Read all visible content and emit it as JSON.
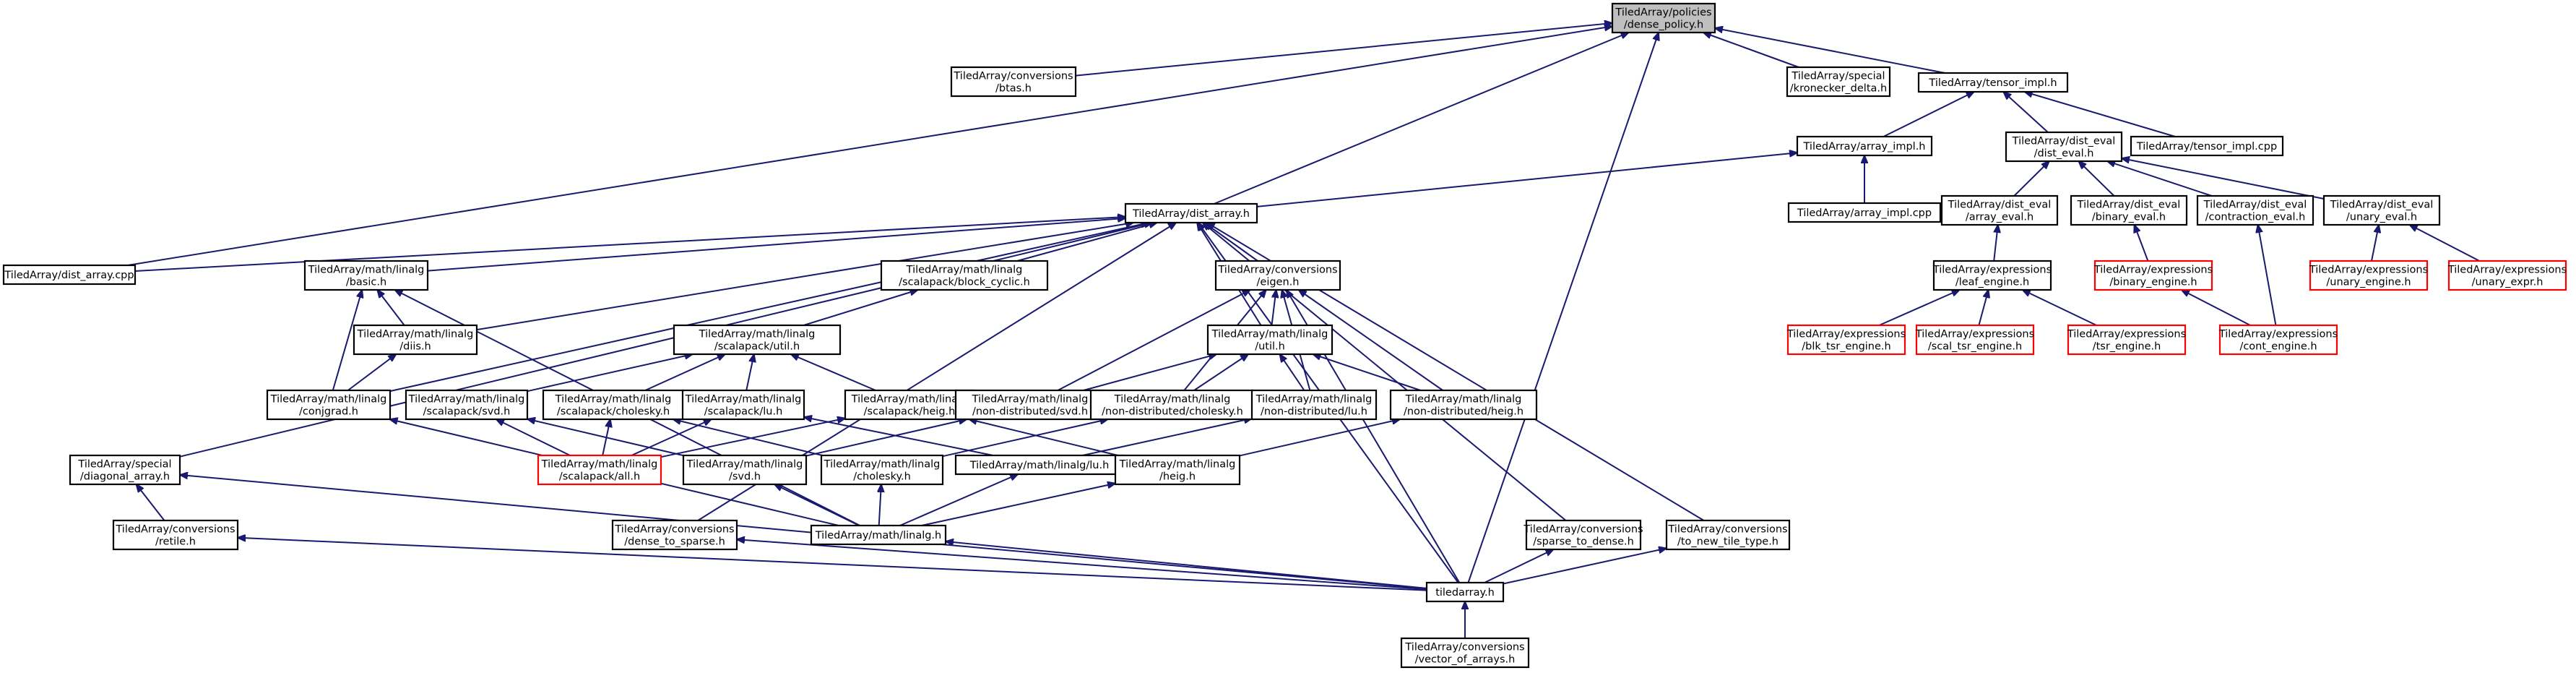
{
  "colors": {
    "edge": "#191970",
    "root_fill": "#bfbfbf",
    "default_fill": "#ffffff",
    "default_border": "#000000",
    "truncated_border": "#ff0000"
  },
  "nodes": [
    {
      "id": "dense_policy",
      "lines": [
        "TiledArray/policies",
        "/dense_policy.h"
      ],
      "root": true
    },
    {
      "id": "conv_btas",
      "lines": [
        "TiledArray/conversions",
        "/btas.h"
      ]
    },
    {
      "id": "kronecker",
      "lines": [
        "TiledArray/special",
        "/kronecker_delta.h"
      ]
    },
    {
      "id": "tensor_impl_h",
      "lines": [
        "TiledArray/tensor_impl.h"
      ]
    },
    {
      "id": "array_impl_h",
      "lines": [
        "TiledArray/array_impl.h"
      ]
    },
    {
      "id": "dist_eval_h",
      "lines": [
        "TiledArray/dist_eval",
        "/dist_eval.h"
      ]
    },
    {
      "id": "tensor_impl_cpp",
      "lines": [
        "TiledArray/tensor_impl.cpp"
      ]
    },
    {
      "id": "dist_array_h",
      "lines": [
        "TiledArray/dist_array.h"
      ]
    },
    {
      "id": "array_impl_cpp",
      "lines": [
        "TiledArray/array_impl.cpp"
      ]
    },
    {
      "id": "array_eval",
      "lines": [
        "TiledArray/dist_eval",
        "/array_eval.h"
      ]
    },
    {
      "id": "binary_eval",
      "lines": [
        "TiledArray/dist_eval",
        "/binary_eval.h"
      ]
    },
    {
      "id": "contraction_eval",
      "lines": [
        "TiledArray/dist_eval",
        "/contraction_eval.h"
      ]
    },
    {
      "id": "unary_eval",
      "lines": [
        "TiledArray/dist_eval",
        "/unary_eval.h"
      ]
    },
    {
      "id": "dist_array_cpp",
      "lines": [
        "TiledArray/dist_array.cpp"
      ]
    },
    {
      "id": "basic",
      "lines": [
        "TiledArray/math/linalg",
        "/basic.h"
      ]
    },
    {
      "id": "block_cyclic",
      "lines": [
        "TiledArray/math/linalg",
        "/scalapack/block_cyclic.h"
      ]
    },
    {
      "id": "conv_eigen",
      "lines": [
        "TiledArray/conversions",
        "/eigen.h"
      ]
    },
    {
      "id": "leaf_engine",
      "lines": [
        "TiledArray/expressions",
        "/leaf_engine.h"
      ]
    },
    {
      "id": "binary_engine",
      "lines": [
        "TiledArray/expressions",
        "/binary_engine.h"
      ],
      "truncated": true
    },
    {
      "id": "unary_engine",
      "lines": [
        "TiledArray/expressions",
        "/unary_engine.h"
      ],
      "truncated": true
    },
    {
      "id": "unary_expr",
      "lines": [
        "TiledArray/expressions",
        "/unary_expr.h"
      ],
      "truncated": true
    },
    {
      "id": "dist_h",
      "lines": [
        "TiledArray/math/linalg",
        "/diis.h"
      ]
    },
    {
      "id": "scalapack_util",
      "lines": [
        "TiledArray/math/linalg",
        "/scalapack/util.h"
      ]
    },
    {
      "id": "linalg_util",
      "lines": [
        "TiledArray/math/linalg",
        "/util.h"
      ]
    },
    {
      "id": "blk_tsr_engine",
      "lines": [
        "TiledArray/expressions",
        "/blk_tsr_engine.h"
      ],
      "truncated": true
    },
    {
      "id": "scal_tsr_engine",
      "lines": [
        "TiledArray/expressions",
        "/scal_tsr_engine.h"
      ],
      "truncated": true
    },
    {
      "id": "tsr_engine",
      "lines": [
        "TiledArray/expressions",
        "/tsr_engine.h"
      ],
      "truncated": true
    },
    {
      "id": "cont_engine",
      "lines": [
        "TiledArray/expressions",
        "/cont_engine.h"
      ],
      "truncated": true
    },
    {
      "id": "conjgrad",
      "lines": [
        "TiledArray/math/linalg",
        "/conjgrad.h"
      ]
    },
    {
      "id": "scalapack_svd",
      "lines": [
        "TiledArray/math/linalg",
        "/scalapack/svd.h"
      ]
    },
    {
      "id": "scalapack_cholesky",
      "lines": [
        "TiledArray/math/linalg",
        "/scalapack/cholesky.h"
      ]
    },
    {
      "id": "scalapack_lu",
      "lines": [
        "TiledArray/math/linalg",
        "/scalapack/lu.h"
      ]
    },
    {
      "id": "scalapack_heig",
      "lines": [
        "TiledArray/math/linalg",
        "/scalapack/heig.h"
      ]
    },
    {
      "id": "nd_svd",
      "lines": [
        "TiledArray/math/linalg",
        "/non-distributed/svd.h"
      ]
    },
    {
      "id": "nd_cholesky",
      "lines": [
        "TiledArray/math/linalg",
        "/non-distributed/cholesky.h"
      ]
    },
    {
      "id": "nd_lu",
      "lines": [
        "TiledArray/math/linalg",
        "/non-distributed/lu.h"
      ]
    },
    {
      "id": "nd_heig",
      "lines": [
        "TiledArray/math/linalg",
        "/non-distributed/heig.h"
      ]
    },
    {
      "id": "diagonal_array",
      "lines": [
        "TiledArray/special",
        "/diagonal_array.h"
      ]
    },
    {
      "id": "scalapack_all",
      "lines": [
        "TiledArray/math/linalg",
        "/scalapack/all.h"
      ],
      "truncated": true
    },
    {
      "id": "linalg_svd",
      "lines": [
        "TiledArray/math/linalg",
        "/svd.h"
      ]
    },
    {
      "id": "linalg_cholesky",
      "lines": [
        "TiledArray/math/linalg",
        "/cholesky.h"
      ]
    },
    {
      "id": "linalg_lu",
      "lines": [
        "TiledArray/math/linalg/lu.h"
      ]
    },
    {
      "id": "linalg_heig",
      "lines": [
        "TiledArray/math/linalg",
        "/heig.h"
      ]
    },
    {
      "id": "conv_retile",
      "lines": [
        "TiledArray/conversions",
        "/retile.h"
      ]
    },
    {
      "id": "dense_to_sparse",
      "lines": [
        "TiledArray/conversions",
        "/dense_to_sparse.h"
      ]
    },
    {
      "id": "linalg_h",
      "lines": [
        "TiledArray/math/linalg.h"
      ]
    },
    {
      "id": "sparse_to_dense",
      "lines": [
        "TiledArray/conversions",
        "/sparse_to_dense.h"
      ]
    },
    {
      "id": "to_new_tile_type",
      "lines": [
        "TiledArray/conversions",
        "/to_new_tile_type.h"
      ]
    },
    {
      "id": "tiledarray_h",
      "lines": [
        "tiledarray.h"
      ]
    },
    {
      "id": "vector_of_arrays",
      "lines": [
        "TiledArray/conversions",
        "/vector_of_arrays.h"
      ]
    }
  ]
}
